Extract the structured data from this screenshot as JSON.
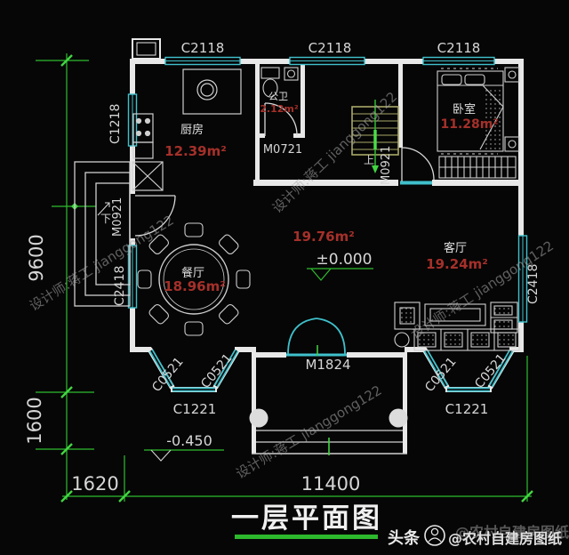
{
  "title": "一层平面图",
  "credit": {
    "platform": "头条",
    "handle": "@农村自建房图纸"
  },
  "watermark": "设计师:蒋工 jianggong122",
  "rooms": {
    "kitchen": {
      "name": "厨房",
      "area": "12.39m²"
    },
    "bathroom": {
      "name": "公卫",
      "area": "2.12m²"
    },
    "bedroom": {
      "name": "卧室",
      "area": "11.28m²"
    },
    "dining": {
      "name": "餐厅",
      "area": "18.96m²"
    },
    "living": {
      "name": "客厅",
      "area": "19.24m²"
    },
    "hall": {
      "area": "19.76m²"
    }
  },
  "levels": {
    "main": "±0.000",
    "outdoor": "-0.450"
  },
  "labels": {
    "w_top1": "C2118",
    "w_top2": "C2118",
    "w_top3": "C2118",
    "w_left_up": "C1218",
    "w_left_low": "C2418",
    "w_right": "C2418",
    "w_bay1": "C0521",
    "w_bay2": "C0521",
    "w_bay3": "C0521",
    "w_bay4": "C0521",
    "w_bayc_left": "C1221",
    "w_bayc_right": "C1221",
    "d_entry": "M1824",
    "d_side": "M0921",
    "d_bed": "M0921",
    "d_bath": "M0721",
    "up": "上",
    "down": "下"
  },
  "dimensions": {
    "height_total": "9600",
    "porch_depth": "1600",
    "bottom_left": "1620",
    "bottom_main": "11400"
  },
  "colors": {
    "background": "#060606",
    "wall": "#e8e8e8",
    "window": "#3fc1cc",
    "dimension_green": "#2fbd2f",
    "area_red": "#a5302a",
    "stair_yellow": "#a8a868",
    "watermark_gray": "#a8a8a8"
  }
}
